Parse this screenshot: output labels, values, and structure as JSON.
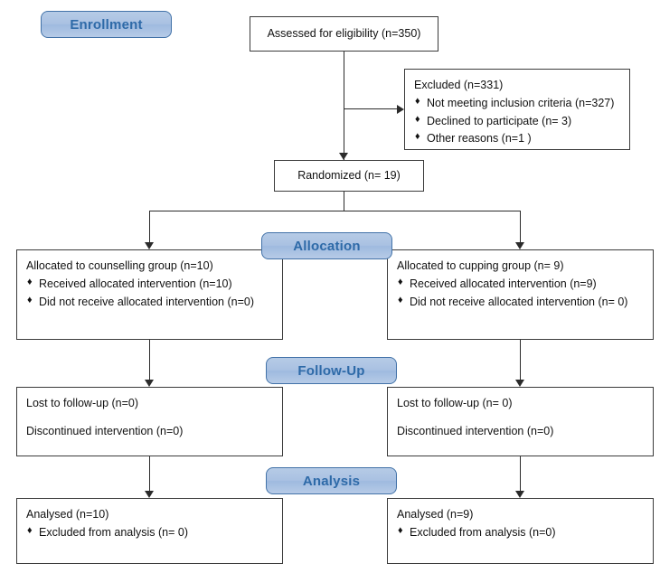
{
  "diagram": {
    "title": "CONSORT participant flow diagram",
    "colors": {
      "pill_fill": "#aac4e4",
      "pill_border": "#4272a8",
      "pill_text": "#2e6aa8",
      "box_border": "#3b3b3b",
      "connector": "#2b2b2b",
      "background": "#ffffff"
    }
  },
  "stage_labels": {
    "enrollment": "Enrollment",
    "allocation": "Allocation",
    "follow_up": "Follow-Up",
    "analysis": "Analysis"
  },
  "enrollment": {
    "assessed": "Assessed for eligibility (n=350)",
    "excluded": {
      "title": "Excluded (n=331)",
      "reasons": [
        "Not meeting inclusion criteria (n=327)",
        "Declined to participate (n= 3)",
        "Other reasons (n=1 )"
      ]
    },
    "randomized": "Randomized (n= 19)"
  },
  "allocation": {
    "left": {
      "title": "Allocated to counselling group (n=10)",
      "items": [
        "Received allocated intervention (n=10)",
        "Did not receive allocated intervention (n=0)"
      ]
    },
    "right": {
      "title": "Allocated to cupping group (n= 9)",
      "items": [
        "Received allocated intervention (n=9)",
        "Did not receive allocated intervention (n= 0)"
      ]
    }
  },
  "follow_up": {
    "left": {
      "lost": "Lost to follow-up (n=0)",
      "discontinued": "Discontinued intervention (n=0)"
    },
    "right": {
      "lost": "Lost to follow-up (n= 0)",
      "discontinued": "Discontinued intervention (n=0)"
    }
  },
  "analysis": {
    "left": {
      "title": "Analysed (n=10)",
      "items": [
        "Excluded from analysis (n= 0)"
      ]
    },
    "right": {
      "title": "Analysed (n=9)",
      "items": [
        "Excluded from analysis (n=0)"
      ]
    }
  },
  "icons": {
    "bullet": "♦"
  }
}
